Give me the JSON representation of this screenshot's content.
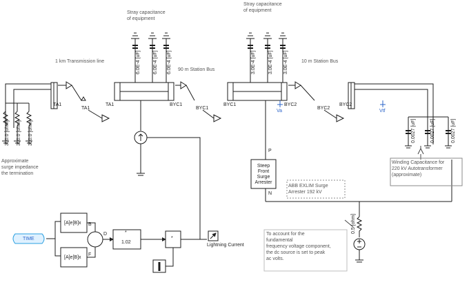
{
  "labels": {
    "stray_eq_1": "Stray capacitance\nof equipment",
    "stray_eq_2": "Stray capacitance\nof equipment",
    "tl_1km": "1 km Transmission line",
    "bus_90m": "90 m Station Bus",
    "bus_10m": "10 m Station Bus",
    "ta1_left": "TA1",
    "ta1_right": "TA1",
    "byc1_left": "BYC1",
    "byc1_right": "BYC1",
    "byc2_left": "BYC2",
    "byc2_right": "BYC2",
    "probe_ta1": "TA1",
    "probe_byc1": "BYC1",
    "probe_byc2": "BYC2",
    "va": "Va",
    "vtf": "Vtf",
    "surge_impedance": "Approximate\nsurge impedance\nthe termination",
    "arrester_box": "Steep Front\nSurge\nArrester",
    "arrester_p": "P",
    "arrester_n": "N",
    "abb_note": "ABB EXLIM Surge\nArrester 192 kV",
    "winding_note": "Winding Capacitance for\n220 kV Autotransformer\n(approximate)",
    "dc_note": "To account for the\nfundamental\nfrequency voltage component,\nthe dc source is set to peak\nac volts.",
    "time": "TIME",
    "gain_sign": "*",
    "gain_value": "1.02",
    "mult_sign": "*",
    "lightning": "Lightning Current",
    "sum_b": "B",
    "sum_f": "F",
    "sum_d": "D",
    "fn1": "[A]e[B]x",
    "fn2": "[A]e[B]x"
  },
  "components": {
    "r1": "350.0 [ohm]",
    "r2": "350.0 [ohm]",
    "r3": "350.0 [ohm]",
    "c1": "6.0E-4 [uF]",
    "c2": "6.0E-4 [uF]",
    "c3": "6.0E-4 [uF]",
    "c4": "3.0E-4 [uF]",
    "c5": "3.0E-4 [uF]",
    "c6": "3.0E-4 [uF]",
    "c7": "0.0027 [uF]",
    "c8": "0.0027 [uF]",
    "c9": "0.0027 [uF]",
    "r_dc": "0.5 [ohm]"
  },
  "colors": {
    "wire": "#1b1b1b",
    "probe_blue": "#2a63c9",
    "time_fill": "#dff1ff",
    "time_stroke": "#2ba0e0",
    "note_border": "#bdbdbd",
    "dashed_box": "#8a8a8a"
  }
}
